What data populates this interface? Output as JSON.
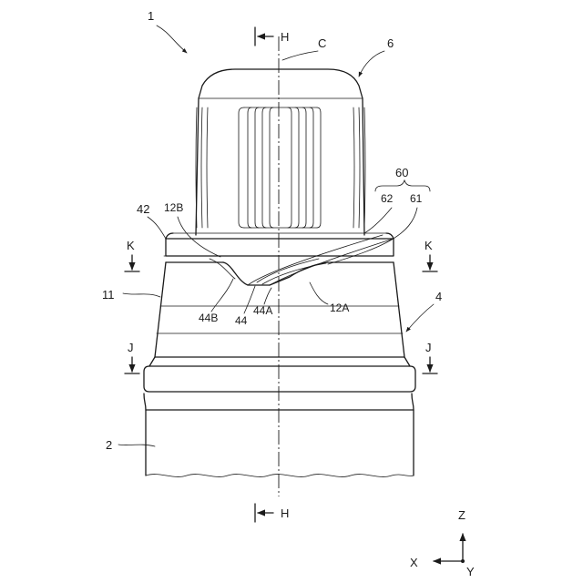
{
  "figure": {
    "ref_assembly": "1",
    "ref_container": "2",
    "ref_body_4": "4",
    "ref_cap": "6",
    "ref_wall_11": "11",
    "ref_step_12a": "12A",
    "ref_step_12b": "12B",
    "ref_rim_42": "42",
    "ref_groove_44": "44",
    "ref_groove_44a": "44A",
    "ref_groove_44b": "44B",
    "ref_group_60": "60",
    "ref_61": "61",
    "ref_62": "62",
    "axis_c": "C",
    "section_h": "H",
    "section_k": "K",
    "section_j": "J",
    "coord_x": "X",
    "coord_y": "Y",
    "coord_z": "Z"
  }
}
